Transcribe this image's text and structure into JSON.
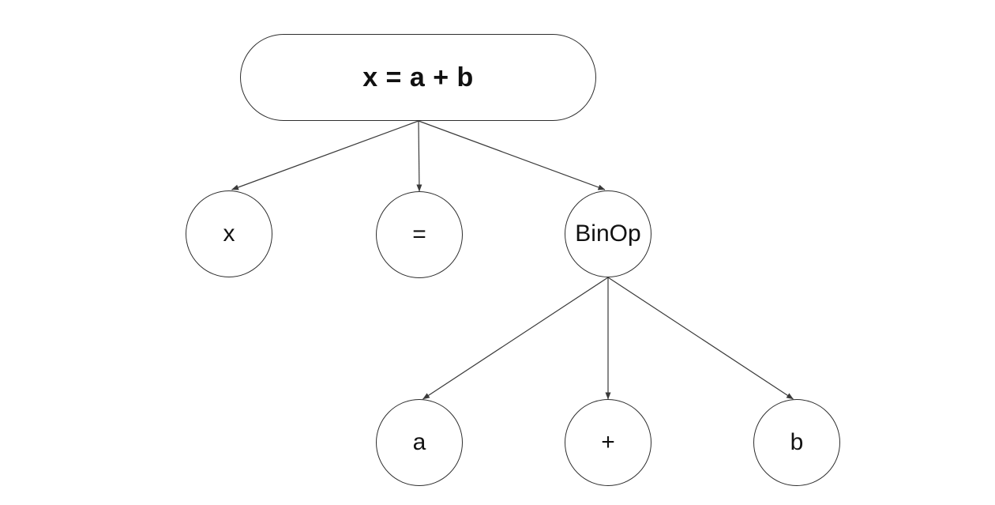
{
  "diagram": {
    "description": "abstract-syntax-tree",
    "root_node": {
      "label": "x = a + b"
    },
    "level1_nodes": [
      {
        "id": "x",
        "label": "x"
      },
      {
        "id": "equals",
        "label": "="
      },
      {
        "id": "binop",
        "label": "BinOp"
      }
    ],
    "level2_nodes": [
      {
        "id": "a",
        "label": "a"
      },
      {
        "id": "plus",
        "label": "+"
      },
      {
        "id": "b",
        "label": "b"
      }
    ],
    "edges": [
      {
        "from": "root",
        "to": "x"
      },
      {
        "from": "root",
        "to": "equals"
      },
      {
        "from": "root",
        "to": "binop"
      },
      {
        "from": "binop",
        "to": "a"
      },
      {
        "from": "binop",
        "to": "plus"
      },
      {
        "from": "binop",
        "to": "b"
      }
    ],
    "colors": {
      "background": "#ffffff",
      "node_fill": "#ffffff",
      "node_stroke": "#2e2e2e",
      "edge_stroke": "#3a3a3a",
      "text": "#111111"
    }
  }
}
